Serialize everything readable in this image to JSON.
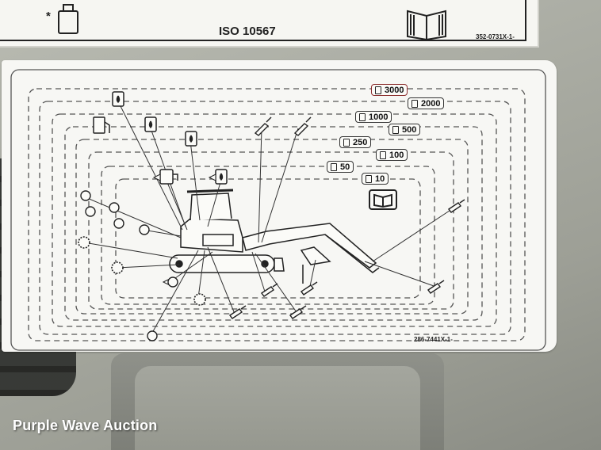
{
  "top_decal": {
    "standard": "ISO 10567",
    "part_number": "352-0731X-1-",
    "asterisk": "*"
  },
  "main_decal": {
    "part_number": "286-7441X-1-",
    "intervals": [
      "3000",
      "2000",
      "1000",
      "500",
      "250",
      "100",
      "50",
      "10"
    ]
  },
  "watermark": "Purple Wave Auction",
  "icons": [
    "manual-book-icon",
    "fluid-container-icon",
    "fuel-pump-icon",
    "grease-gun-icon",
    "oil-drop-icon",
    "filter-icon",
    "excavator-diagram"
  ]
}
